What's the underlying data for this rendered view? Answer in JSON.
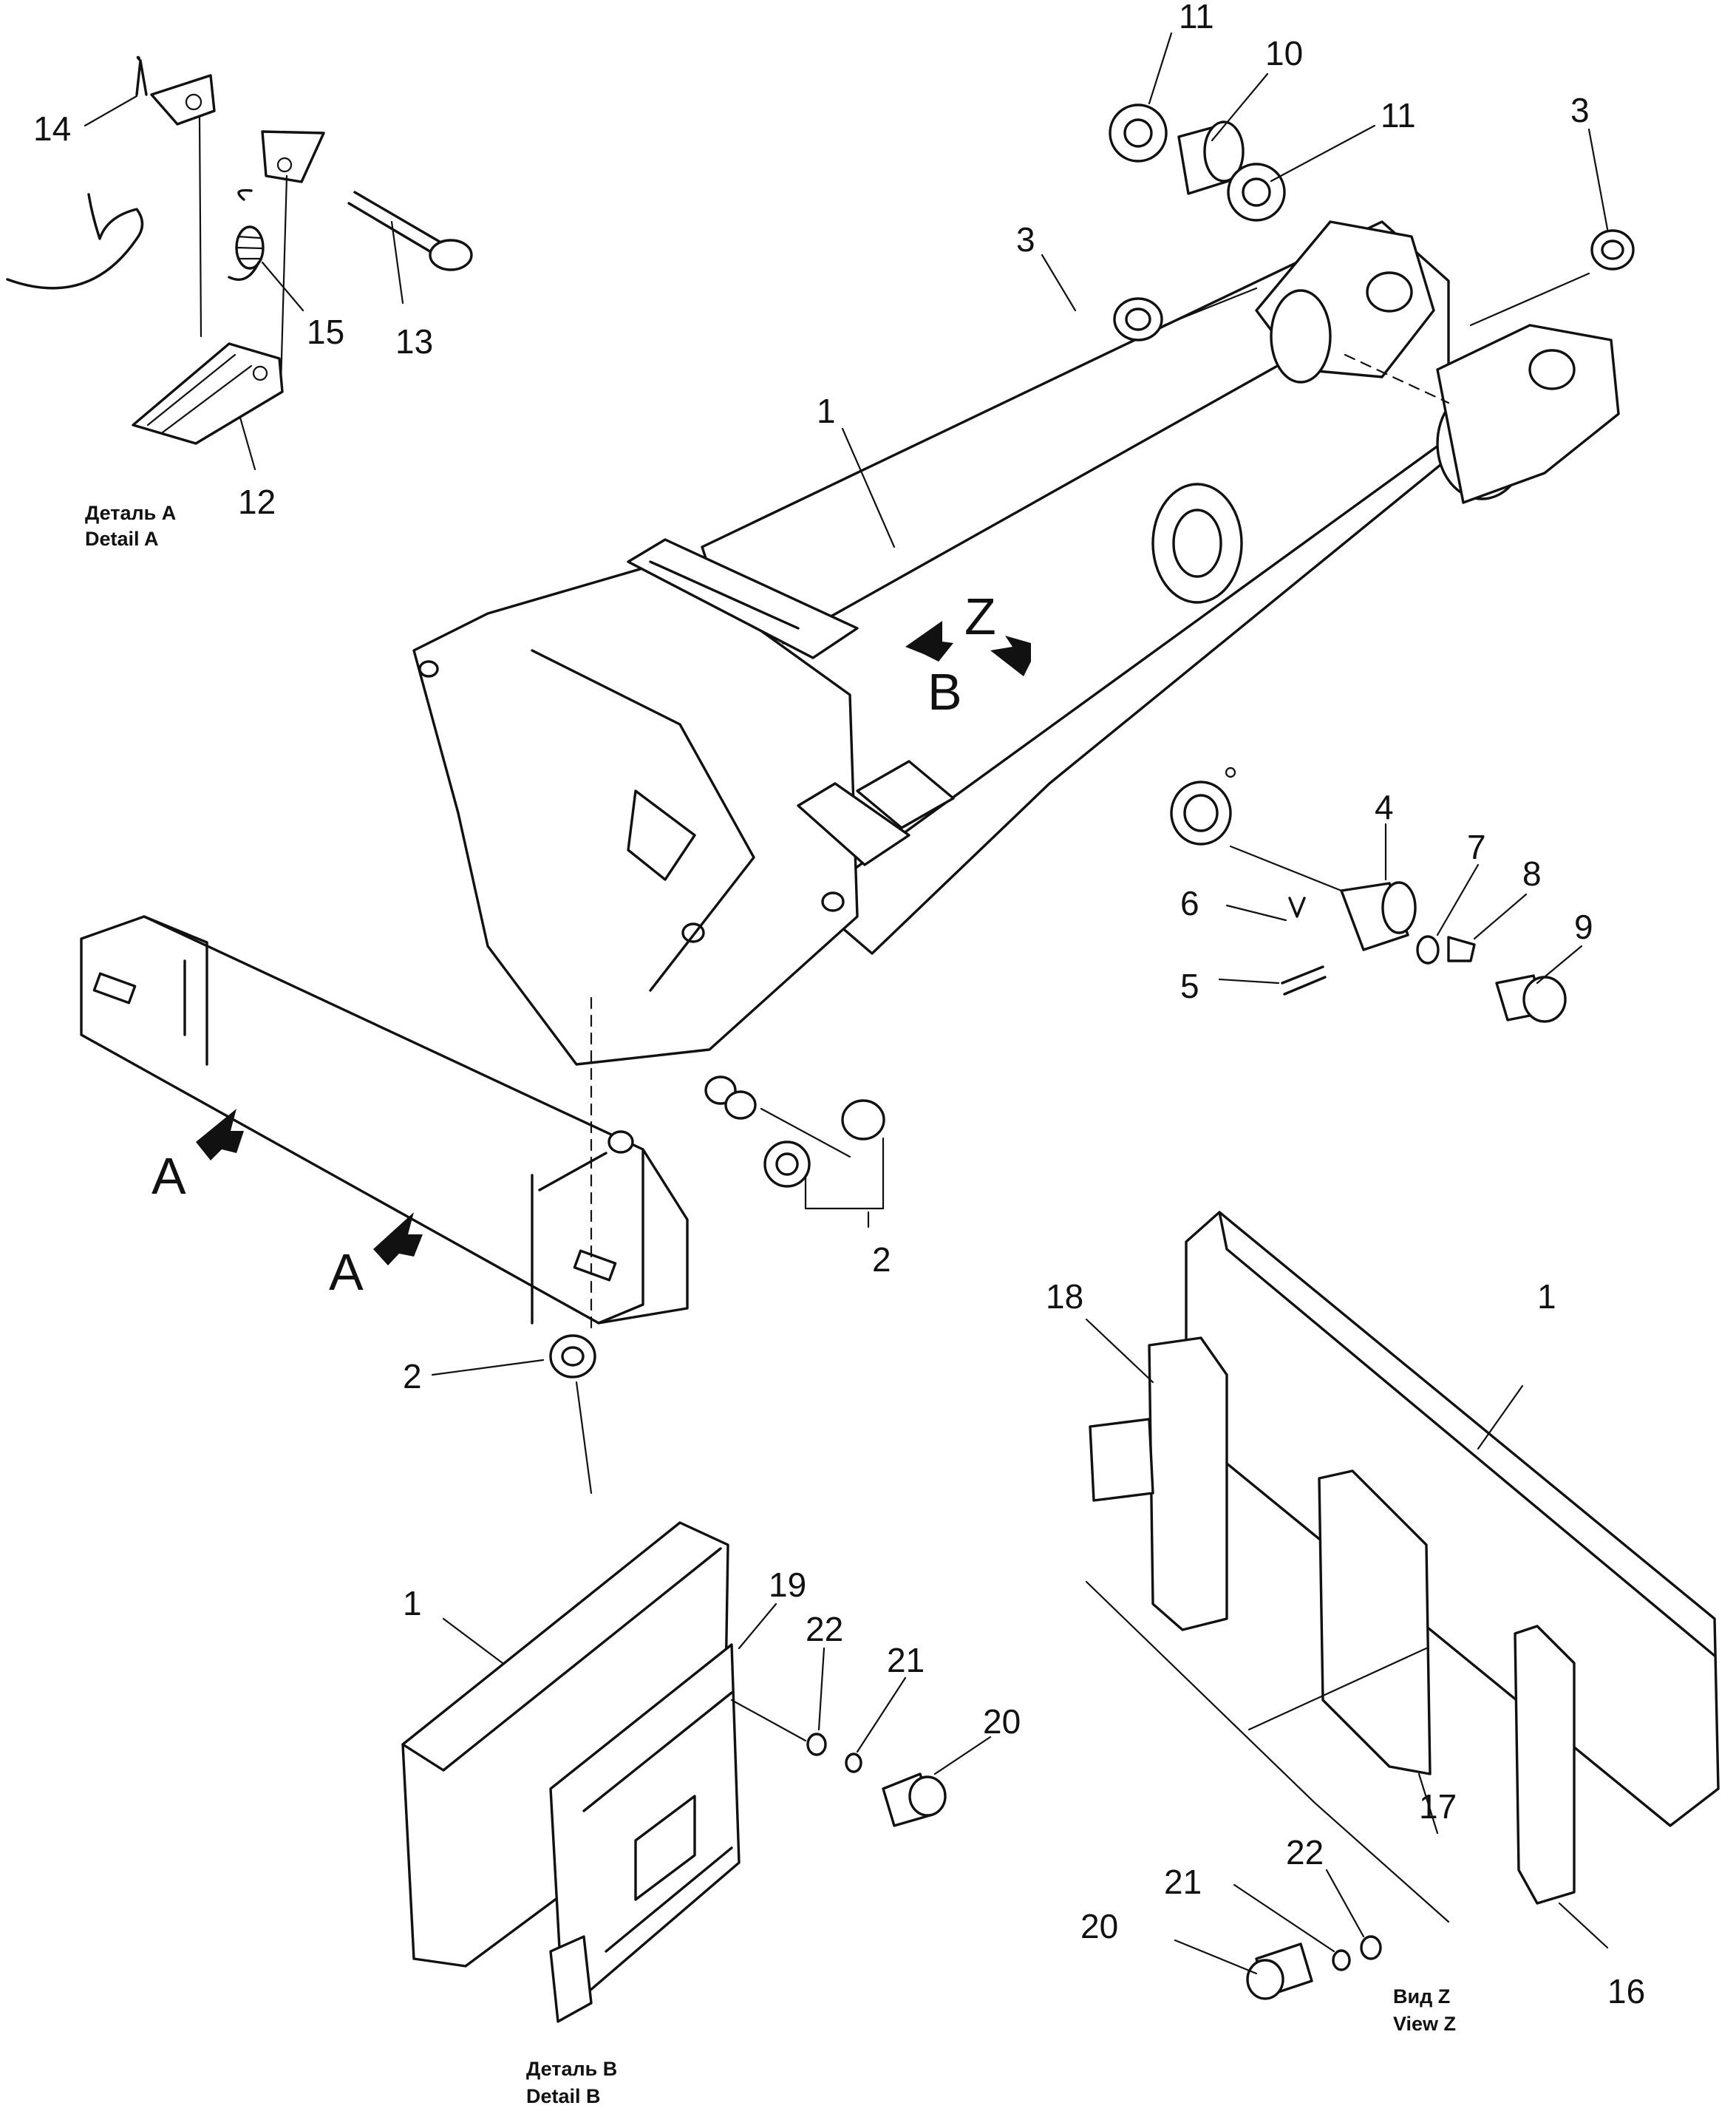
{
  "callouts": {
    "c1_main": "1",
    "c1_detail_b": "1",
    "c1_view_z": "1",
    "c2_a": "2",
    "c2_b": "2",
    "c3_a": "3",
    "c3_b": "3",
    "c4": "4",
    "c5": "5",
    "c6": "6",
    "c7": "7",
    "c8": "8",
    "c9": "9",
    "c10": "10",
    "c11_a": "11",
    "c11_b": "11",
    "c12": "12",
    "c13": "13",
    "c14": "14",
    "c15": "15",
    "c16": "16",
    "c17": "17",
    "c18": "18",
    "c19": "19",
    "c20_a": "20",
    "c20_b": "20",
    "c21_a": "21",
    "c21_b": "21",
    "c22_a": "22",
    "c22_b": "22"
  },
  "view_markers": {
    "a_left": "A",
    "a_bottom": "A",
    "b": "B",
    "z": "Z"
  },
  "captions": {
    "detail_a_ru": "Деталь A",
    "detail_a_en": "Detail A",
    "detail_b_ru": "Деталь B",
    "detail_b_en": "Detail B",
    "view_z_ru": "Вид Z",
    "view_z_en": "View Z"
  }
}
